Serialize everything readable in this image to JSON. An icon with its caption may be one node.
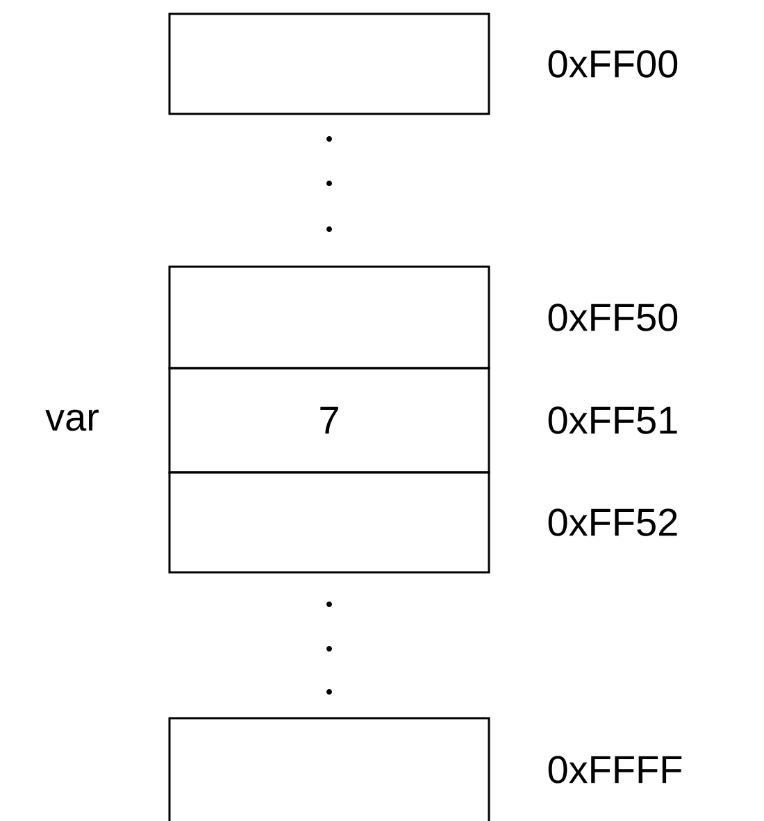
{
  "diagram": {
    "nodes": [
      {
        "text": [],
        "shape": "box",
        "beside": [
          "0xFF00"
        ]
      },
      {
        "text": [],
        "shape": "box",
        "beside": [
          "0xFF50"
        ]
      },
      {
        "text": [
          "7"
        ],
        "beside": [
          "var",
          "0xFF51"
        ]
      },
      {
        "text": [],
        "shape": "box",
        "beside": [
          "0xFF52"
        ]
      },
      {
        "text": [],
        "shape": "box",
        "beside": [
          "0xFFFF"
        ]
      }
    ]
  }
}
